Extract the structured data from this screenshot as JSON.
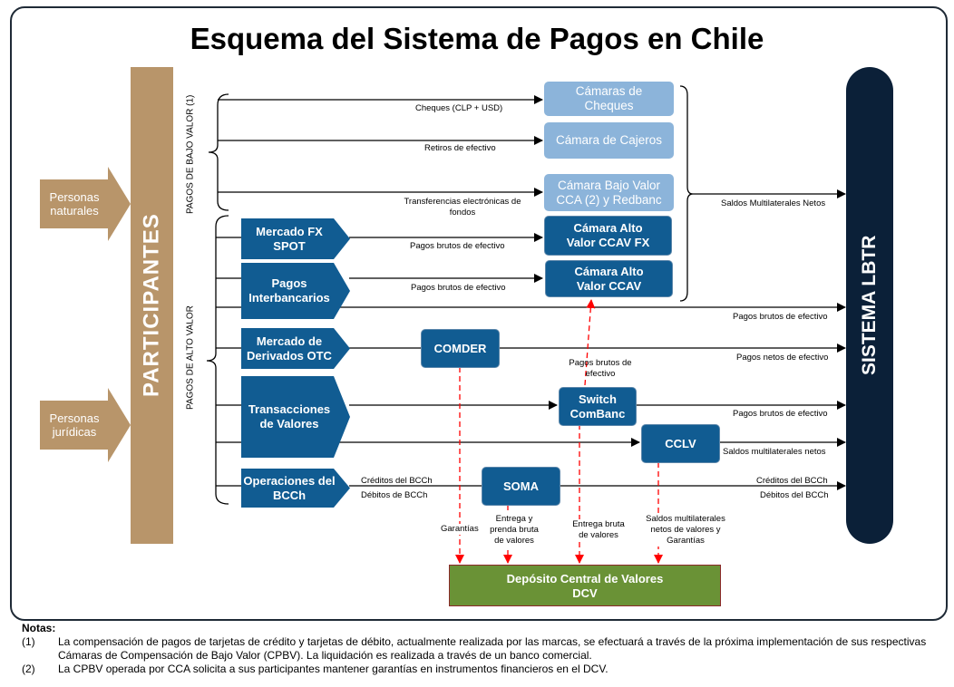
{
  "title": "Esquema del Sistema de Pagos en Chile",
  "left": {
    "personas_naturales": "Personas naturales",
    "personas_juridicas": "Personas jurídicas",
    "participantes": "PARTICIPANTES"
  },
  "groups": {
    "bajo": "PAGOS DE BAJO VALOR (1)",
    "alto": "PAGOS DE ALTO VALOR"
  },
  "lbtr": "SISTEMA LBTR",
  "camaras": {
    "cheques": "Cámaras de Cheques",
    "cajeros": "Cámara de Cajeros",
    "bajo_valor": "Cámara Bajo Valor CCA (2) y Redbanc",
    "ccav_fx": "Cámara Alto Valor CCAV FX",
    "ccav": "Cámara Alto Valor CCAV"
  },
  "markets": {
    "fx": "Mercado FX SPOT",
    "interbancarios": "Pagos Interbancarios",
    "derivados": "Mercado de Derivados OTC",
    "valores": "Transacciones de Valores",
    "bcch": "Operaciones del BCCh"
  },
  "infra": {
    "comder": "COMDER",
    "switch": "Switch ComBanc",
    "cclv": "CCLV",
    "soma": "SOMA",
    "dcv_line1": "Depósito Central de Valores",
    "dcv_line2": "DCV"
  },
  "flows": {
    "cheques": "Cheques (CLP + USD)",
    "retiros": "Retiros de efectivo",
    "transferencias": "Transferencias electrónicas de fondos",
    "fx_brutos": "Pagos brutos de efectivo",
    "inter_brutos": "Pagos brutos de efectivo",
    "saldos_netos": "Saldos Multilaterales Netos",
    "lbtr_brutos": "Pagos brutos de efectivo",
    "netos": "Pagos netos de efectivo",
    "switch_up": "Pagos brutos de efectivo",
    "switch_brutos": "Pagos brutos de efectivo",
    "cclv_saldos": "Saldos multilaterales netos",
    "creditos_in": "Créditos del BCCh",
    "debitos_in": "Débitos de BCCh",
    "creditos_out": "Créditos del BCCh",
    "debitos_out": "Débitos del BCCh",
    "garantias": "Garantías",
    "entrega_prenda": "Entrega y prenda bruta de valores",
    "entrega_bruta": "Entrega bruta de valores",
    "saldos_valores": "Saldos multilaterales netos de valores y Garantías"
  },
  "notes": {
    "heading": "Notas:",
    "items": [
      {
        "num": "(1)",
        "text": "La compensación de pagos de tarjetas de crédito y tarjetas de débito, actualmente realizada por las marcas, se efectuará a través de la próxima implementación de sus respectivas Cámaras de Compensación de Bajo Valor (CPBV). La liquidación es realizada a través de un banco comercial."
      },
      {
        "num": "(2)",
        "text": "La CPBV operada por CCA solicita a sus participantes mantener garantías en instrumentos financieros en el DCV."
      }
    ]
  },
  "colors": {
    "tan": "#b8956a",
    "navy": "#0b2038",
    "blue": "#115c92",
    "light_blue": "#8cb4da",
    "green": "#6a9236",
    "red": "#ff0000"
  }
}
